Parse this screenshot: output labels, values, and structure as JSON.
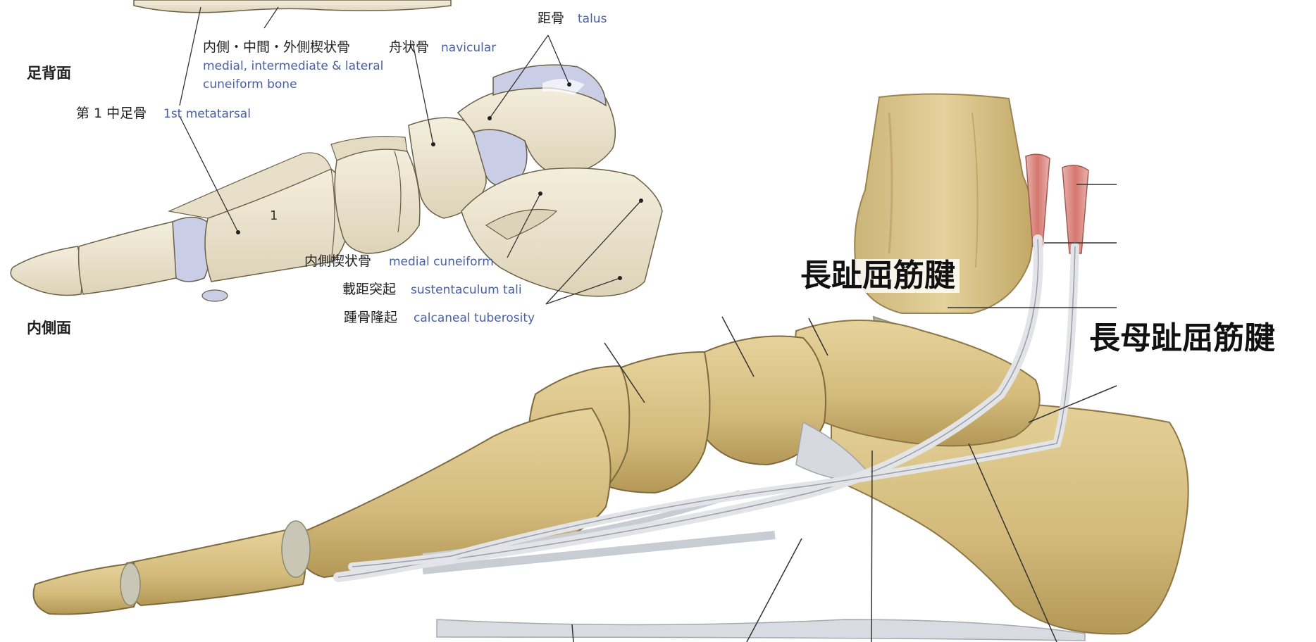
{
  "section_labels": {
    "dorsal": "足背面",
    "medial": "内側面"
  },
  "bone_labels": {
    "talus": {
      "jp": "距骨",
      "en": "talus"
    },
    "cuneiforms": {
      "jp": "内側・中間・外側楔状骨",
      "en_line1": "medial,  intermediate & lateral",
      "en_line2": "cuneiform bone"
    },
    "navicular": {
      "jp": "舟状骨",
      "en": "navicular"
    },
    "first_metatarsal": {
      "jp": "第 1 中足骨",
      "en": "1st metatarsal"
    },
    "medial_cuneiform": {
      "jp": "内側楔状骨",
      "en": "medial cuneiform"
    },
    "sustentaculum_tali": {
      "jp": "載距突起",
      "en": "sustentaculum tali"
    },
    "calcaneal_tuberosity": {
      "jp": "踵骨隆起",
      "en": "calcaneal tuberosity"
    },
    "metatarsal_number": "1"
  },
  "tendon_labels": {
    "fdl": "長趾屈筋腱",
    "fhl": "長母趾屈筋腱"
  },
  "colors": {
    "bone_fill": "#efe6d0",
    "bone_stroke": "#6b6048",
    "cartilage": "#c9cde6",
    "photo_bone": "#d9c38a",
    "photo_bone_dark": "#a8904f",
    "tendon": "#d8dbe0",
    "muscle": "#d98a84",
    "english_label": "#4a5fa0"
  }
}
